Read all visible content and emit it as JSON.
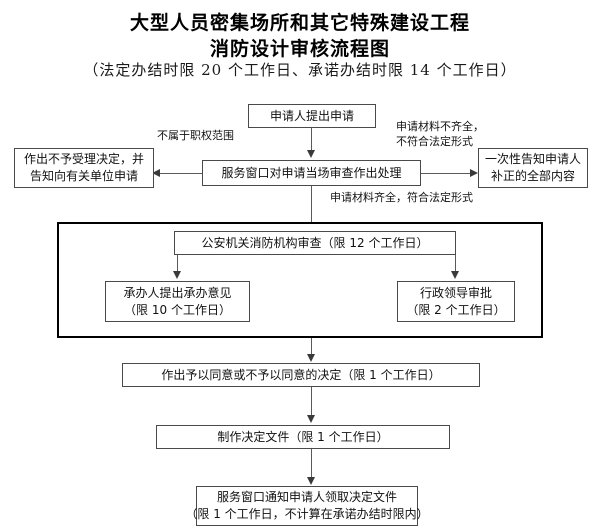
{
  "header": {
    "title_line1": "大型人员密集场所和其它特殊建设工程",
    "title_line2": "消防设计审核流程图",
    "subtitle": "（法定办结时限 20 个工作日、承诺办结时限 14 个工作日）"
  },
  "nodes": {
    "apply": {
      "line1": "申请人提出申请"
    },
    "window_review": {
      "line1": "服务窗口对申请当场审查作出处理"
    },
    "reject": {
      "line1": "作出不予受理决定，并",
      "line2": "告知向有关单位申请"
    },
    "notify_correction": {
      "line1": "一次性告知申请人",
      "line2": "补正的全部内容"
    },
    "fire_agency_review": {
      "line1": "公安机关消防机构审查（限 12 个工作日）"
    },
    "officer_opinion": {
      "line1": "承办人提出承办意见",
      "line2": "（限 10 个工作日）"
    },
    "leader_approval": {
      "line1": "行政领导审批",
      "line2": "（限 2 个工作日）"
    },
    "decision": {
      "line1": "作出予以同意或不予以同意的决定（限 1 个工作日）"
    },
    "make_document": {
      "line1": "制作决定文件（限 1 个工作日）"
    },
    "notify_pickup": {
      "line1": "服务窗口通知申请人领取决定文件",
      "line2": "（限 1 个工作日，不计算在承诺办结时限内）"
    }
  },
  "edge_labels": {
    "out_of_scope": "不属于职权范围",
    "incomplete_line1": "申请材料不齐全，",
    "incomplete_line2": "不符合法定形式",
    "complete": "申请材料齐全，符合法定形式"
  },
  "colors": {
    "border": "#4a4a4a",
    "group_border": "#000000",
    "connector": "#5a5a5a",
    "text": "#111111",
    "background": "#ffffff"
  }
}
